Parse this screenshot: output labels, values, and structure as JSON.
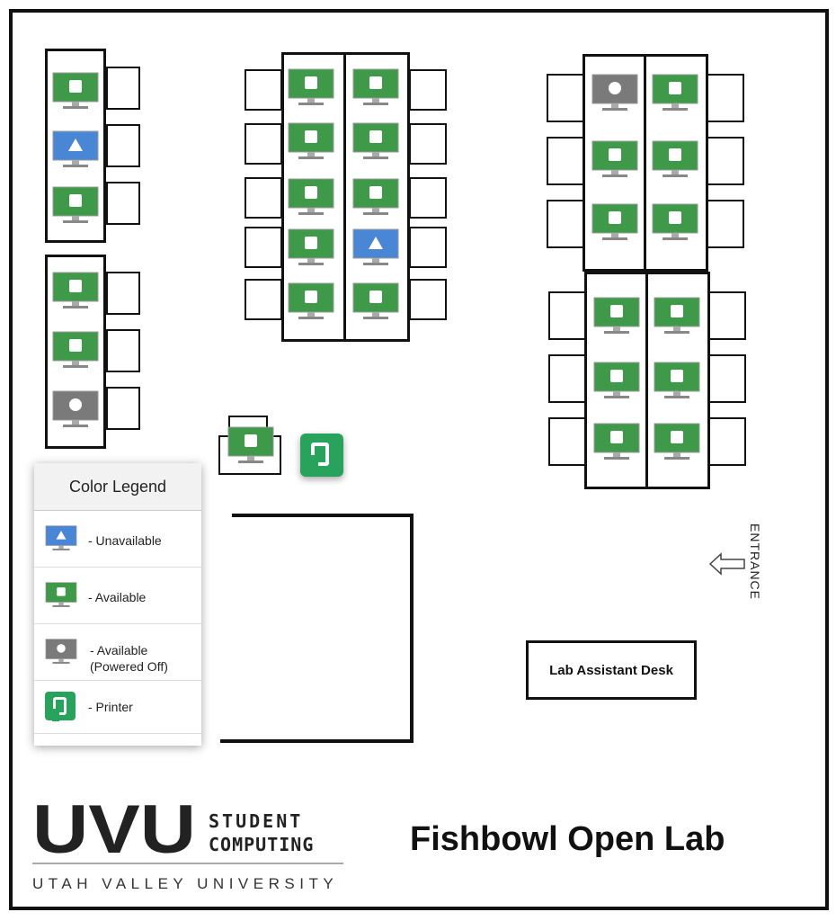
{
  "map": {
    "title": "Fishbowl Open Lab",
    "entrance_label": "ENTRANCE",
    "desk_label": "Lab Assistant Desk"
  },
  "legend": {
    "title": "Color Legend",
    "items": [
      {
        "icon": "unavailable-computer-icon",
        "label": "- Unavailable",
        "color": "#4a86d6"
      },
      {
        "icon": "available-computer-icon",
        "label": "- Available",
        "color": "#3e9a48"
      },
      {
        "icon": "powered-off-computer-icon",
        "label": "- Available (Powered Off)",
        "color": "#7a7a7a"
      },
      {
        "icon": "printer-icon",
        "label": "- Printer",
        "color": "#27a35b"
      }
    ]
  },
  "logo": {
    "mark": "UVU",
    "line1": "STUDENT",
    "line2": "COMPUTING",
    "university": "UTAH VALLEY UNIVERSITY"
  },
  "colors": {
    "available": "#3e9a48",
    "unavailable": "#4a86d6",
    "powered_off": "#7a7a7a",
    "printer": "#27a35b"
  },
  "stations": {
    "group_a_top": [
      "available",
      "unavailable",
      "available"
    ],
    "group_a_bottom": [
      "available",
      "available",
      "powered_off"
    ],
    "group_b_left": [
      "available",
      "available",
      "available",
      "available",
      "available"
    ],
    "group_b_right": [
      "available",
      "available",
      "available",
      "unavailable",
      "available"
    ],
    "group_c_top_left": [
      "powered_off",
      "available",
      "available"
    ],
    "group_c_top_right": [
      "available",
      "available",
      "available"
    ],
    "group_c_bottom_left": [
      "available",
      "available",
      "available"
    ],
    "group_c_bottom_right": [
      "available",
      "available",
      "available"
    ],
    "single_station": [
      "available"
    ]
  }
}
